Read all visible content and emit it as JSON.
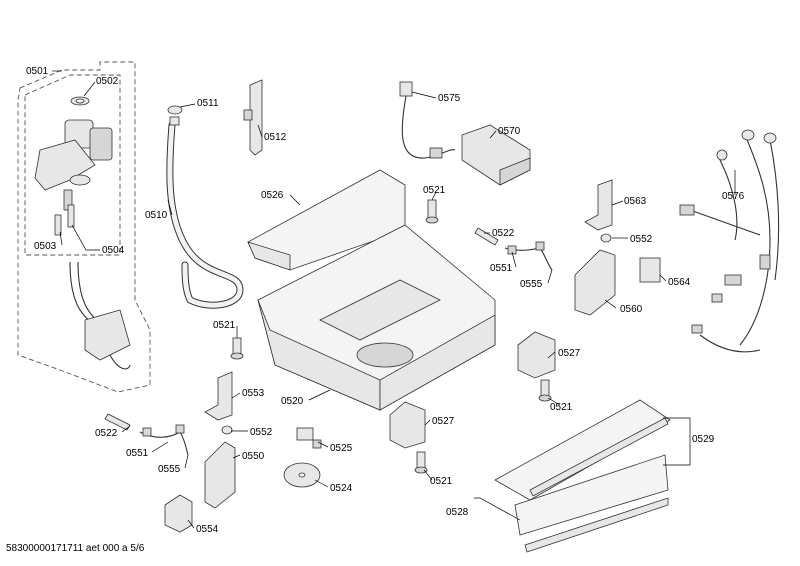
{
  "part_labels": {
    "p0501": "0501",
    "p0502": "0502",
    "p0503": "0503",
    "p0504": "0504",
    "p0510": "0510",
    "p0511": "0511",
    "p0512": "0512",
    "p0520": "0520",
    "p0521_a": "0521",
    "p0521_b": "0521",
    "p0521_c": "0521",
    "p0521_d": "0521",
    "p0522_a": "0522",
    "p0522_b": "0522",
    "p0524": "0524",
    "p0525": "0525",
    "p0526": "0526",
    "p0527_a": "0527",
    "p0527_b": "0527",
    "p0528": "0528",
    "p0529": "0529",
    "p0550": "0550",
    "p0551_a": "0551",
    "p0551_b": "0551",
    "p0552_a": "0552",
    "p0552_b": "0552",
    "p0553": "0553",
    "p0554": "0554",
    "p0555_a": "0555",
    "p0555_b": "0555",
    "p0560": "0560",
    "p0563": "0563",
    "p0564": "0564",
    "p0570": "0570",
    "p0575": "0575",
    "p0576": "0576"
  },
  "footer": {
    "doc_ref": "58300000171711 aet 000 a 5/6"
  }
}
